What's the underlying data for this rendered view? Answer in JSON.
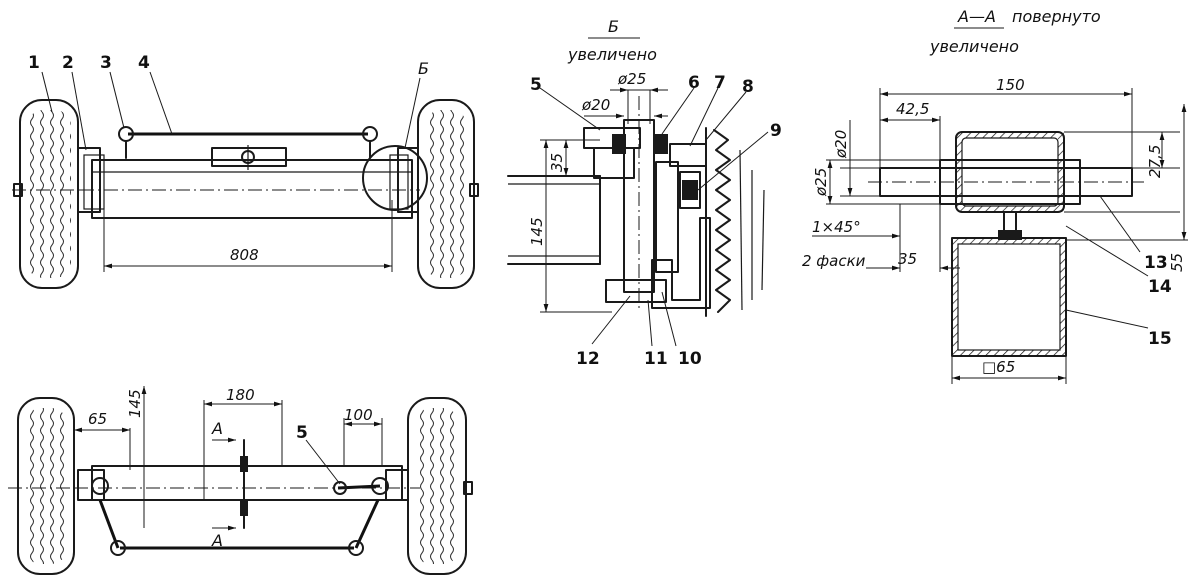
{
  "view_top": {
    "labels": {
      "p1": "1",
      "p2": "2",
      "p3": "3",
      "p4": "4",
      "detail": "Б"
    },
    "dims": {
      "track": "808"
    }
  },
  "view_bottom": {
    "labels": {
      "p5": "5",
      "sec_a_top": "A",
      "sec_a_bot": "A"
    },
    "dims": {
      "d65": "65",
      "d145": "145",
      "d180": "180",
      "d100": "100"
    }
  },
  "detail_b": {
    "title": "Б",
    "subtitle": "увеличено",
    "labels": {
      "p5": "5",
      "p6": "6",
      "p7": "7",
      "p8": "8",
      "p9": "9",
      "p10": "10",
      "p11": "11",
      "p12": "12"
    },
    "dims": {
      "d25": "ø25",
      "d20": "ø20",
      "d35": "35",
      "d145": "145"
    }
  },
  "section_aa": {
    "title": "A—A",
    "title_note": "повернуто",
    "subtitle": "увеличено",
    "labels": {
      "p13": "13",
      "p14": "14",
      "p15": "15"
    },
    "dims": {
      "d150": "150",
      "d42_5": "42,5",
      "d20": "ø20",
      "d25": "ø25",
      "chamfer": "1×45°",
      "chamfer_note": "2 фаски",
      "d35": "35",
      "d27_5": "27,5",
      "d55": "55",
      "sq65": "□65"
    }
  }
}
